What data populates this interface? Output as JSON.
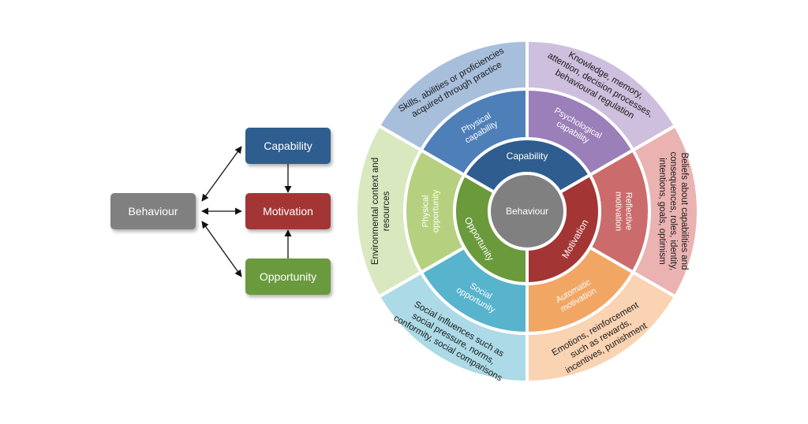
{
  "left_model": {
    "behaviour": "Behaviour",
    "capability": "Capability",
    "motivation": "Motivation",
    "opportunity": "Opportunity"
  },
  "wheel": {
    "center": "Behaviour",
    "inner_ring": {
      "capability": "Capability",
      "motivation": "Motivation",
      "opportunity": "Opportunity"
    },
    "middle_ring": {
      "psychological_capability": [
        "Psychological",
        "capability"
      ],
      "reflective_motivation": [
        "Reflective",
        "motivation"
      ],
      "automatic_motivation": [
        "Automatic",
        "motivation"
      ],
      "social_opportunity": [
        "Social",
        "opportunity"
      ],
      "physical_opportunity": [
        "Physical",
        "opportunity"
      ],
      "physical_capability": [
        "Physical",
        "capability"
      ]
    },
    "outer_ring": {
      "psychological_capability": [
        "Knowledge, memory,",
        "attention, decision processes,",
        "behavioural regulation"
      ],
      "reflective_motivation": [
        "Beliefs about capabilities and",
        "consequences, roles, identity,",
        "intentions, goals, optimism"
      ],
      "automatic_motivation": [
        "Emotions, reinforcement",
        "such as rewards,",
        "incentives, punishment"
      ],
      "social_opportunity": [
        "Social influences such as",
        "social pressure, norms,",
        "conformity, social comparisons"
      ],
      "physical_opportunity": [
        "Environmental context and",
        "resources"
      ],
      "physical_capability": [
        "Skills, abilities or proficiencies",
        "acquired through practice"
      ]
    }
  },
  "colors": {
    "behaviour": "#808080",
    "capability": "#2f5d8f",
    "motivation": "#a33535",
    "opportunity": "#6a9a3c",
    "psychological_capability": "#9a7fb8",
    "reflective_motivation": "#cc6b6b",
    "automatic_motivation": "#f2a664",
    "social_opportunity": "#58b4cc",
    "physical_opportunity": "#b5d17f",
    "physical_capability": "#4e7fb8",
    "outer_psychological": "#cdbfdd",
    "outer_reflective": "#eab3b2",
    "outer_automatic": "#f9d3b2",
    "outer_social": "#acdae6",
    "outer_physical_opp": "#d9e8bf",
    "outer_physical_cap": "#a8bfdc"
  }
}
